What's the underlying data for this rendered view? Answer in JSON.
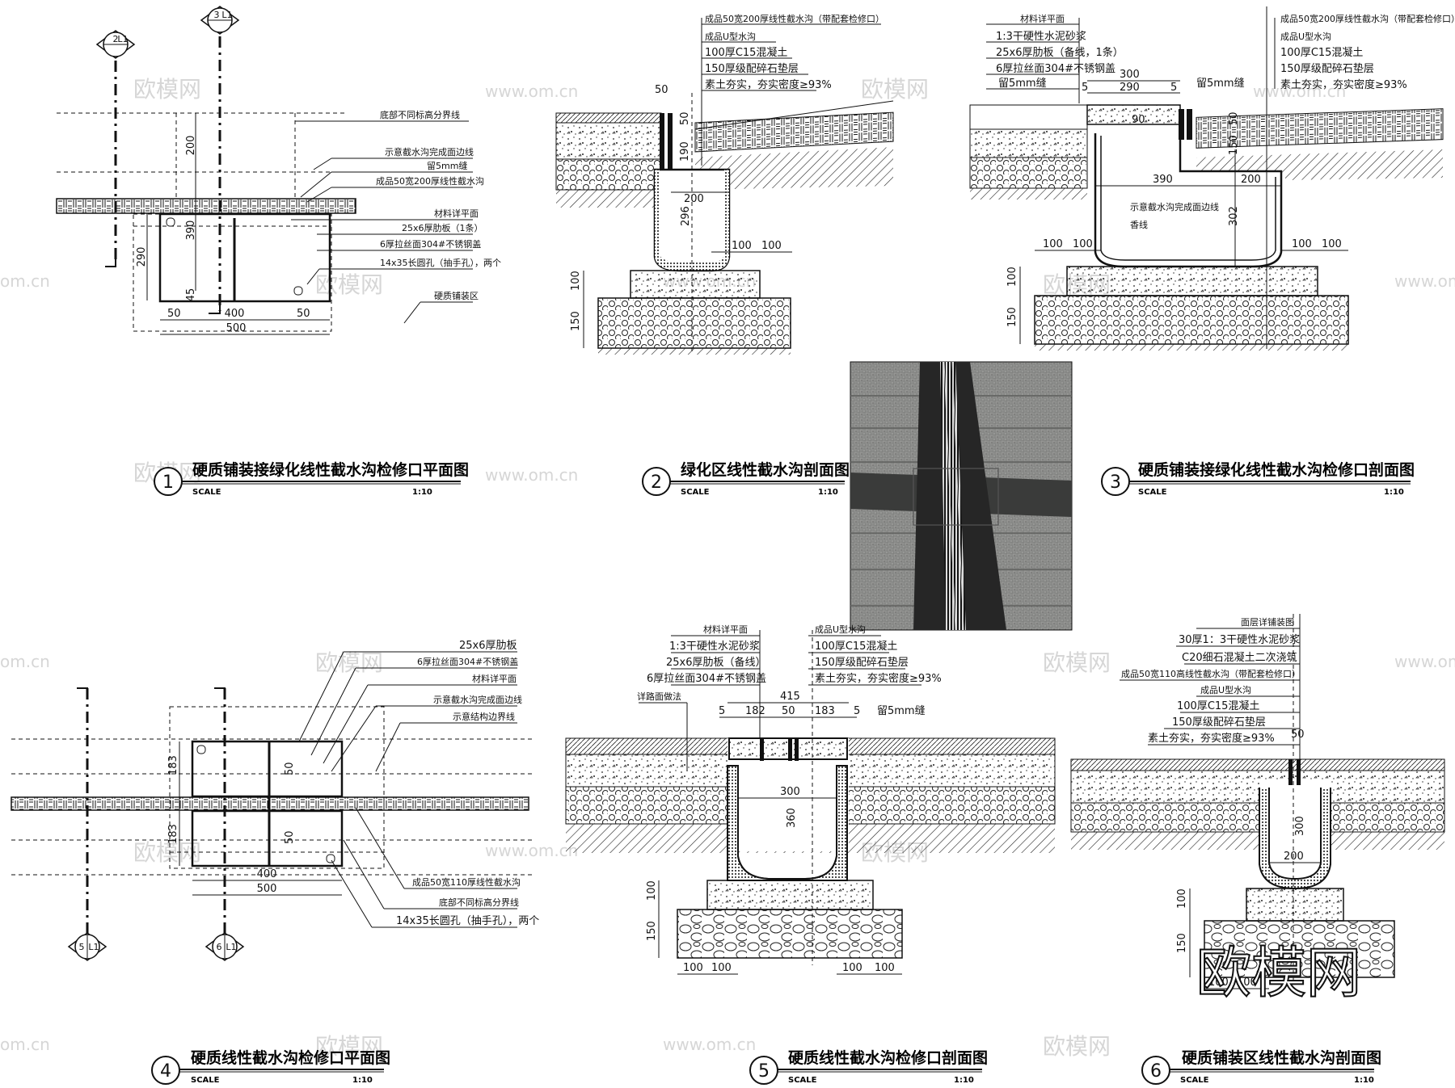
{
  "watermark": {
    "logo_text": "欧模网",
    "url_text": "www.om.cn",
    "edge_text": "om.cn"
  },
  "corner_logo": "欧模网",
  "photo": {
    "description_icon": "drainage-channel-photo"
  },
  "panels": [
    {
      "id": "p1",
      "number": "1",
      "title": "硬质铺装接绿化线性截水沟检修口平面图",
      "scale_label": "SCALE",
      "scale": "1:10",
      "labels": [
        "底部不同标高分界线",
        "示意截水沟完成面边线",
        "留5mm缝",
        "成品50宽200厚线性截水沟",
        "材料详平面",
        "25x6厚肋板（1条）",
        "6厚拉丝面304#不锈钢盖",
        "14x35长圆孔（抽手孔），两个",
        "硬质铺装区"
      ],
      "dims": [
        "200",
        "390",
        "290",
        "45",
        "50",
        "400",
        "50",
        "500"
      ],
      "markers": [
        {
          "top": "2",
          "bottom": "L1"
        },
        {
          "top": "3",
          "bottom": "L1"
        }
      ]
    },
    {
      "id": "p2",
      "number": "2",
      "title": "绿化区线性截水沟剖面图",
      "scale_label": "SCALE",
      "scale": "1:10",
      "labels": [
        "成品50宽200厚线性截水沟（带配套检修口）",
        "成品U型水沟",
        "100厚C15混凝土",
        "150厚级配碎石垫层",
        "素土夯实，夯实密度≥93%"
      ],
      "dims": [
        "50",
        "50",
        "190",
        "200",
        "296",
        "100",
        "100",
        "100",
        "150"
      ]
    },
    {
      "id": "p3",
      "number": "3",
      "title": "硬质铺装接绿化线性截水沟检修口剖面图",
      "scale_label": "SCALE",
      "scale": "1:10",
      "labels_left": [
        "材料详平面",
        "1:3干硬性水泥砂浆",
        "25x6厚肋板（备线，1条）",
        "6厚拉丝面304#不锈钢盖",
        "留5mm缝",
        "示意截水沟完成面边线",
        "香线"
      ],
      "labels_right": [
        "成品50宽200厚线性截水沟（带配套检修口）",
        "成品U型水沟",
        "100厚C15混凝土",
        "150厚级配碎石垫层",
        "素土夯实，夯实密度≥93%"
      ],
      "extra_label": "留5mm缝",
      "dims": [
        "300",
        "5",
        "290",
        "5",
        "90",
        "50",
        "150",
        "390",
        "200",
        "302",
        "100",
        "100",
        "100",
        "100",
        "100",
        "150"
      ]
    },
    {
      "id": "p4",
      "number": "4",
      "title": "硬质线性截水沟检修口平面图",
      "scale_label": "SCALE",
      "scale": "1:10",
      "labels": [
        "25x6厚肋板",
        "6厚拉丝面304#不锈钢盖",
        "材料详平面",
        "示意截水沟完成面边线",
        "示意结构边界线",
        "成品50宽110厚线性截水沟",
        "底部不同标高分界线",
        "14x35长圆孔（抽手孔），两个"
      ],
      "dims": [
        "183",
        "50",
        "183",
        "50",
        "400",
        "500"
      ],
      "markers": [
        {
          "top": "5",
          "bottom": "L1"
        },
        {
          "top": "6",
          "bottom": "L1"
        }
      ]
    },
    {
      "id": "p5",
      "number": "5",
      "title": "硬质线性截水沟检修口剖面图",
      "scale_label": "SCALE",
      "scale": "1:10",
      "labels_left": [
        "材料详平面",
        "1:3干硬性水泥砂浆",
        "25x6厚肋板（备线）",
        "6厚拉丝面304#不锈钢盖",
        "详路面做法"
      ],
      "labels_right": [
        "成品U型水沟",
        "100厚C15混凝土",
        "150厚级配碎石垫层",
        "素土夯实，夯实密度≥93%"
      ],
      "extra_label": "留5mm缝",
      "dims": [
        "415",
        "5",
        "182",
        "50",
        "183",
        "5",
        "300",
        "360",
        "100",
        "150",
        "100",
        "100",
        "100",
        "100"
      ]
    },
    {
      "id": "p6",
      "number": "6",
      "title": "硬质铺装区线性截水沟剖面图",
      "scale_label": "SCALE",
      "scale": "1:10",
      "labels": [
        "面层详铺装图",
        "30厚1：3干硬性水泥砂浆",
        "C20细石混凝土二次浇筑",
        "成品50宽110高线性截水沟（带配套检修口）",
        "成品U型水沟",
        "100厚C15混凝土",
        "150厚级配碎石垫层",
        "素土夯实，夯实密度≥93%"
      ],
      "dims": [
        "50",
        "300",
        "200",
        "100",
        "150",
        "100",
        "100"
      ]
    }
  ]
}
